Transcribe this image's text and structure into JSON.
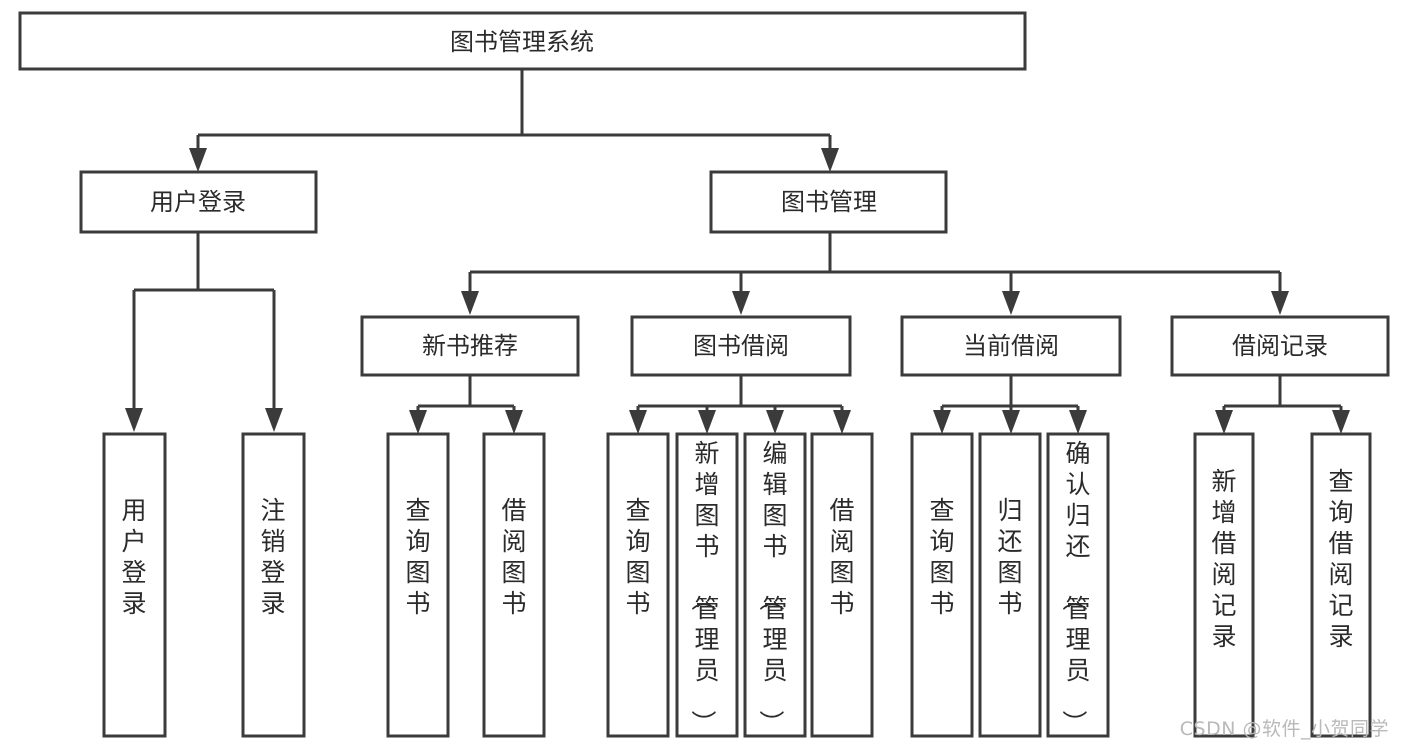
{
  "diagram": {
    "title": "图书管理系统",
    "type": "tree",
    "colors": {
      "box_stroke": "#3b3b3b",
      "box_fill": "#ffffff",
      "text": "#2b2b2b",
      "background": "#ffffff",
      "watermark": "#b9b9b9"
    },
    "levels": {
      "root": {
        "label": "图书管理系统",
        "orientation": "horizontal"
      },
      "level2": [
        {
          "label": "用户登录",
          "orientation": "horizontal"
        },
        {
          "label": "图书管理",
          "orientation": "horizontal"
        }
      ],
      "level3": [
        {
          "label": "新书推荐",
          "orientation": "horizontal",
          "parent": "图书管理"
        },
        {
          "label": "图书借阅",
          "orientation": "horizontal",
          "parent": "图书管理"
        },
        {
          "label": "当前借阅",
          "orientation": "horizontal",
          "parent": "图书管理"
        },
        {
          "label": "借阅记录",
          "orientation": "horizontal",
          "parent": "图书管理"
        }
      ],
      "leaves": [
        {
          "label": "用户登录",
          "orientation": "vertical",
          "parent": "用户登录"
        },
        {
          "label": "注销登录",
          "orientation": "vertical",
          "parent": "用户登录"
        },
        {
          "label": "查询图书",
          "orientation": "vertical",
          "parent": "新书推荐"
        },
        {
          "label": "借阅图书",
          "orientation": "vertical",
          "parent": "新书推荐"
        },
        {
          "label": "查询图书",
          "orientation": "vertical",
          "parent": "图书借阅"
        },
        {
          "label": "新增图书（管理员）",
          "orientation": "vertical",
          "parent": "图书借阅"
        },
        {
          "label": "编辑图书（管理员）",
          "orientation": "vertical",
          "parent": "图书借阅"
        },
        {
          "label": "借阅图书",
          "orientation": "vertical",
          "parent": "图书借阅"
        },
        {
          "label": "查询图书",
          "orientation": "vertical",
          "parent": "当前借阅"
        },
        {
          "label": "归还图书",
          "orientation": "vertical",
          "parent": "当前借阅"
        },
        {
          "label": "确认归还（管理员）",
          "orientation": "vertical",
          "parent": "当前借阅"
        },
        {
          "label": "新增借阅记录",
          "orientation": "vertical",
          "parent": "借阅记录"
        },
        {
          "label": "查询借阅记录",
          "orientation": "vertical",
          "parent": "借阅记录"
        }
      ]
    }
  },
  "watermark": {
    "text": "CSDN @软件_小贺同学"
  }
}
